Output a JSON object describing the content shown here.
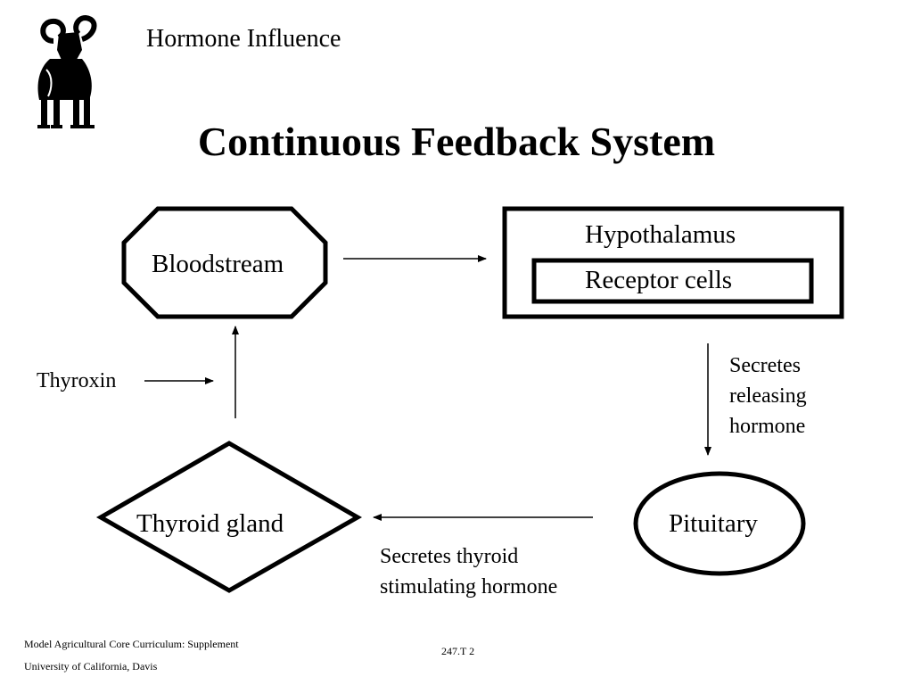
{
  "header": {
    "title": "Hormone Influence",
    "logo_icon": "ram-logo-icon"
  },
  "main": {
    "title": "Continuous Feedback System"
  },
  "diagram": {
    "nodes": {
      "bloodstream": "Bloodstream",
      "hypothalamus": "Hypothalamus",
      "receptor_cells": "Receptor cells",
      "pituitary": "Pituitary",
      "thyroid_gland": "Thyroid gland"
    },
    "edge_labels": {
      "releasing_hormone": [
        "Secretes",
        "releasing",
        "hormone"
      ],
      "thyroid_stimulating": [
        "Secretes thyroid",
        "stimulating hormone"
      ],
      "thyroxin": "Thyroxin"
    }
  },
  "footer": {
    "curriculum": "Model Agricultural Core Curriculum:  Supplement",
    "university": "University of California, Davis",
    "slide_code": "247.T 2"
  }
}
